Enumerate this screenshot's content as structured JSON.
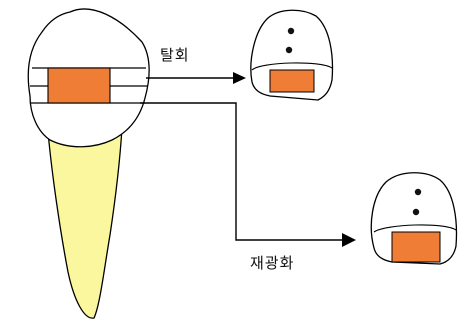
{
  "labels": {
    "upper_arrow": "탈회",
    "lower_arrow": "재광화"
  },
  "colors": {
    "outline": "#000000",
    "sample_fill": "#f07d36",
    "root_fill": "#fbf79e",
    "crown_fill": "#ffffff",
    "dot": "#111111"
  },
  "icons": {
    "main_specimen": "tooth-cross-section",
    "upper_result": "demineralized-sample",
    "lower_result": "remineralized-sample"
  }
}
